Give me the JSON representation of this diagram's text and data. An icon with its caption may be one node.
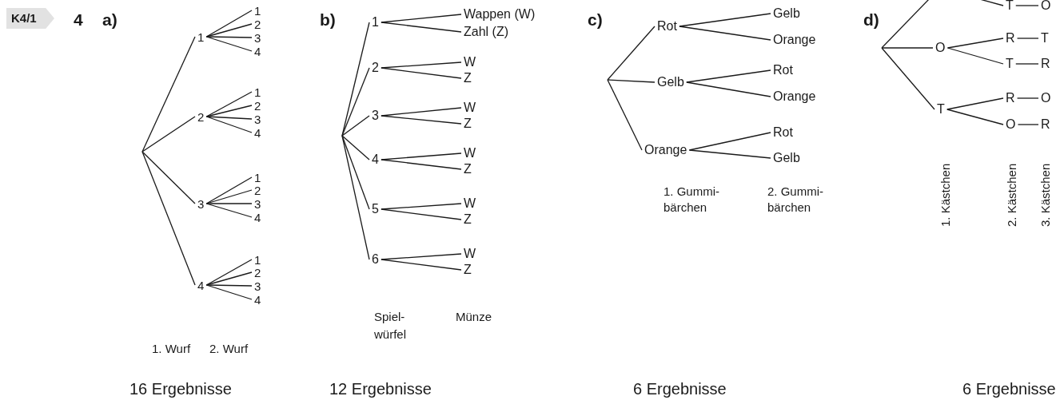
{
  "diagram": {
    "nodes": [
      {
        "text": [
          "1"
        ]
      },
      {
        "text": [
          "1"
        ]
      },
      {
        "text": [
          "2"
        ]
      },
      {
        "text": [
          "3"
        ]
      },
      {
        "text": [
          "4"
        ]
      },
      {
        "text": [
          "2"
        ]
      },
      {
        "text": [
          "1"
        ]
      },
      {
        "text": [
          "2"
        ]
      },
      {
        "text": [
          "3"
        ]
      },
      {
        "text": [
          "4"
        ]
      },
      {
        "text": [
          "3"
        ]
      },
      {
        "text": [
          "1"
        ]
      },
      {
        "text": [
          "2"
        ]
      },
      {
        "text": [
          "3"
        ]
      },
      {
        "text": [
          "4"
        ]
      },
      {
        "text": [
          "4"
        ]
      },
      {
        "text": [
          "1"
        ]
      },
      {
        "text": [
          "2"
        ]
      },
      {
        "text": [
          "3"
        ]
      },
      {
        "text": [
          "4"
        ]
      },
      {
        "text": [
          "1"
        ]
      },
      {
        "text": [
          "Wappen (W)"
        ]
      },
      {
        "text": [
          "Zahl (Z)"
        ]
      },
      {
        "text": [
          "2"
        ]
      },
      {
        "text": [
          "W"
        ]
      },
      {
        "text": [
          "Z"
        ]
      },
      {
        "text": [
          "3"
        ]
      },
      {
        "text": [
          "W"
        ]
      },
      {
        "text": [
          "Z"
        ]
      },
      {
        "text": [
          "4"
        ]
      },
      {
        "text": [
          "W"
        ]
      },
      {
        "text": [
          "Z"
        ]
      },
      {
        "text": [
          "5"
        ]
      },
      {
        "text": [
          "W"
        ]
      },
      {
        "text": [
          "Z"
        ]
      },
      {
        "text": [
          "6"
        ]
      },
      {
        "text": [
          "W"
        ]
      },
      {
        "text": [
          "Z"
        ]
      },
      {
        "text": [
          "Rot"
        ]
      },
      {
        "text": [
          "Gelb"
        ]
      },
      {
        "text": [
          "Orange"
        ]
      },
      {
        "text": [
          "Gelb"
        ]
      },
      {
        "text": [
          "Rot"
        ]
      },
      {
        "text": [
          "Orange"
        ]
      },
      {
        "text": [
          "Orange"
        ]
      },
      {
        "text": [
          "Rot"
        ]
      },
      {
        "text": [
          "Gelb"
        ]
      },
      {
        "text": [
          "T"
        ]
      },
      {
        "text": [
          "O"
        ]
      },
      {
        "text": [
          "O"
        ]
      },
      {
        "text": [
          "R"
        ]
      },
      {
        "text": [
          "T"
        ]
      },
      {
        "text": [
          "T"
        ]
      },
      {
        "text": [
          "R"
        ]
      },
      {
        "text": [
          "T"
        ]
      },
      {
        "text": [
          "R"
        ]
      },
      {
        "text": [
          "O"
        ]
      },
      {
        "text": [
          "O"
        ]
      },
      {
        "text": [
          "R"
        ]
      }
    ],
    "edges": [
      {
        "from": null,
        "to": 0,
        "arrow": "none"
      },
      {
        "from": 0,
        "to": 1,
        "arrow": "none"
      },
      {
        "from": 0,
        "to": 2,
        "arrow": "none"
      },
      {
        "from": 0,
        "to": 3,
        "arrow": "none"
      },
      {
        "from": 0,
        "to": 4,
        "arrow": "none"
      },
      {
        "from": null,
        "to": 5,
        "arrow": "none"
      },
      {
        "from": 5,
        "to": 6,
        "arrow": "none"
      },
      {
        "from": 5,
        "to": 7,
        "arrow": "none"
      },
      {
        "from": 5,
        "to": 8,
        "arrow": "none"
      },
      {
        "from": 5,
        "to": 9,
        "arrow": "none"
      },
      {
        "from": null,
        "to": 10,
        "arrow": "none"
      },
      {
        "from": 10,
        "to": 11,
        "arrow": "none"
      },
      {
        "from": 10,
        "to": 12,
        "arrow": "none"
      },
      {
        "from": 10,
        "to": 13,
        "arrow": "none"
      },
      {
        "from": 10,
        "to": 14,
        "arrow": "none"
      },
      {
        "from": null,
        "to": 15,
        "arrow": "none"
      },
      {
        "from": 15,
        "to": 16,
        "arrow": "none"
      },
      {
        "from": 15,
        "to": 17,
        "arrow": "none"
      },
      {
        "from": 15,
        "to": 18,
        "arrow": "none"
      },
      {
        "from": 15,
        "to": 19,
        "arrow": "none"
      },
      {
        "from": null,
        "to": 20,
        "arrow": "none"
      },
      {
        "from": 20,
        "to": 21,
        "arrow": "none"
      },
      {
        "from": 20,
        "to": 22,
        "arrow": "none"
      },
      {
        "from": null,
        "to": 23,
        "arrow": "none"
      },
      {
        "from": 23,
        "to": 24,
        "arrow": "none"
      },
      {
        "from": 23,
        "to": 25,
        "arrow": "none"
      },
      {
        "from": null,
        "to": 26,
        "arrow": "none"
      },
      {
        "from": 26,
        "to": 27,
        "arrow": "none"
      },
      {
        "from": 26,
        "to": 28,
        "arrow": "none"
      },
      {
        "from": null,
        "to": 29,
        "arrow": "none"
      },
      {
        "from": 29,
        "to": 30,
        "arrow": "none"
      },
      {
        "from": 29,
        "to": 31,
        "arrow": "none"
      },
      {
        "from": null,
        "to": 32,
        "arrow": "none"
      },
      {
        "from": 32,
        "to": 33,
        "arrow": "none"
      },
      {
        "from": 32,
        "to": 34,
        "arrow": "none"
      },
      {
        "from": null,
        "to": 35,
        "arrow": "none"
      },
      {
        "from": 35,
        "to": 36,
        "arrow": "none"
      },
      {
        "from": 35,
        "to": 37,
        "arrow": "none"
      },
      {
        "from": null,
        "to": 38,
        "arrow": "none"
      },
      {
        "from": 38,
        "to": 39,
        "arrow": "none"
      },
      {
        "from": 38,
        "to": 40,
        "arrow": "none"
      },
      {
        "from": null,
        "to": 41,
        "arrow": "none"
      },
      {
        "from": 41,
        "to": 42,
        "arrow": "none"
      },
      {
        "from": 41,
        "to": 43,
        "arrow": "none"
      },
      {
        "from": null,
        "to": 44,
        "arrow": "none"
      },
      {
        "from": 44,
        "to": 45,
        "arrow": "none"
      },
      {
        "from": 44,
        "to": 46,
        "arrow": "none"
      },
      {
        "from": null,
        "to": 47,
        "arrow": "none"
      },
      {
        "from": 47,
        "to": 48,
        "arrow": "none"
      },
      {
        "from": null,
        "to": 49,
        "arrow": "none"
      },
      {
        "from": 49,
        "to": 50,
        "arrow": "none"
      },
      {
        "from": 50,
        "to": 51,
        "arrow": "none"
      },
      {
        "from": 49,
        "to": 52,
        "arrow": "none"
      },
      {
        "from": 52,
        "to": 53,
        "arrow": "none"
      },
      {
        "from": null,
        "to": 54,
        "arrow": "none"
      },
      {
        "from": 54,
        "to": 55,
        "arrow": "none"
      },
      {
        "from": 55,
        "to": 56,
        "arrow": "none"
      },
      {
        "from": 54,
        "to": 57,
        "arrow": "none"
      },
      {
        "from": 57,
        "to": 58,
        "arrow": "none"
      }
    ],
    "labels": [
      "K4/1",
      "4",
      "a)",
      "b)",
      "c)",
      "d)",
      "1. Wurf",
      "2. Wurf",
      "16 Ergebnisse",
      "Spiel- würfel",
      "Münze",
      "12 Ergebnisse",
      "1. Gummi- bärchen",
      "2. Gummi- bärchen",
      "6 Ergebnisse",
      "1. Kästchen",
      "2. Kästchen",
      "3. Kästchen",
      "6 Ergebnisse"
    ]
  }
}
